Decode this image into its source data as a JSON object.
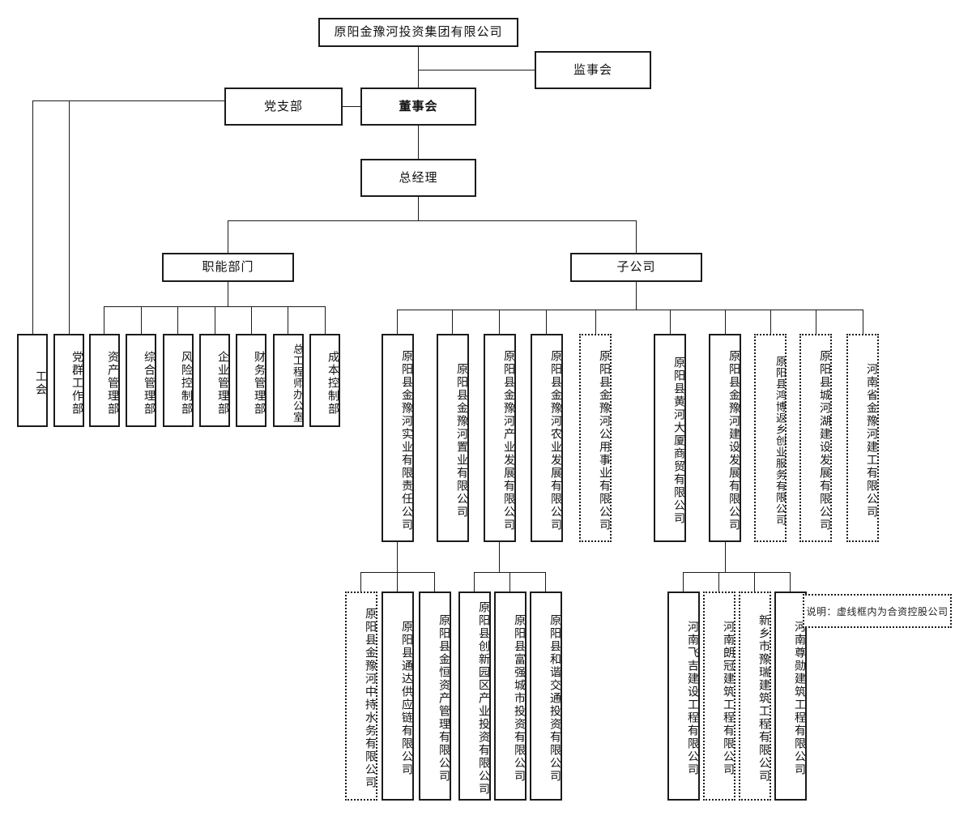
{
  "chart": {
    "title": "原阳金豫河投资集团有限公司",
    "type": "org-chart",
    "legend": "说明：虚线框内为合资控股公司"
  },
  "nodes": {
    "group": "原阳金豫河投资集团有限公司",
    "supervisory_board": "监事会",
    "party_branch": "党支部",
    "board_of_directors": "董事会",
    "general_manager": "总经理",
    "functional_departments": "职能部门",
    "subsidiaries": "子公司"
  },
  "party_units": [
    {
      "label": "工会"
    },
    {
      "label": "党群工作部"
    }
  ],
  "departments": [
    {
      "label": "资产管理部"
    },
    {
      "label": "综合管理部"
    },
    {
      "label": "风险控制部"
    },
    {
      "label": "企业管理部"
    },
    {
      "label": "财务管理部"
    },
    {
      "label": "总工程师办公室"
    },
    {
      "label": "成本控制部"
    }
  ],
  "subsidiaries": [
    {
      "label": "原阳县金豫河实业有限责任公司",
      "joint_venture": false
    },
    {
      "label": "原阳县金豫河置业有限公司",
      "joint_venture": false
    },
    {
      "label": "原阳县金豫河产业发展有限公司",
      "joint_venture": false
    },
    {
      "label": "原阳县金豫河农业发展有限公司",
      "joint_venture": false
    },
    {
      "label": "原阳县金豫河公用事业有限公司",
      "joint_venture": true
    },
    {
      "label": "原阳县黄河大厦商贸有限公司",
      "joint_venture": false
    },
    {
      "label": "原阳县金豫河建设发展有限公司",
      "joint_venture": false
    },
    {
      "label": "原阳县鸿博返乡创业服务有限公司",
      "joint_venture": true
    },
    {
      "label": "原阳县城河湖建设发展有限公司",
      "joint_venture": true
    },
    {
      "label": "河南省金豫河建工有限公司",
      "joint_venture": true
    }
  ],
  "shiye_children": [
    {
      "label": "原阳县金豫河中持水务有限公司",
      "joint_venture": true
    },
    {
      "label": "原阳县通达供应链有限公司",
      "joint_venture": false
    },
    {
      "label": "原阳县金恒资产管理有限公司",
      "joint_venture": false
    }
  ],
  "chanye_children": [
    {
      "label": "原阳县创新园区产业投资有限公司",
      "joint_venture": false
    },
    {
      "label": "原阳县富强城市投资有限公司",
      "joint_venture": false
    },
    {
      "label": "原阳县和谐交通投资有限公司",
      "joint_venture": false
    }
  ],
  "jianshe_children": [
    {
      "label": "河南飞吉建设工程有限公司",
      "joint_venture": false
    },
    {
      "label": "河南朗冠建筑工程有限公司",
      "joint_venture": true
    },
    {
      "label": "新乡市豫瑞建筑工程有限公司",
      "joint_venture": true
    },
    {
      "label": "河南尊勋建筑工程有限公司",
      "joint_venture": false
    }
  ]
}
